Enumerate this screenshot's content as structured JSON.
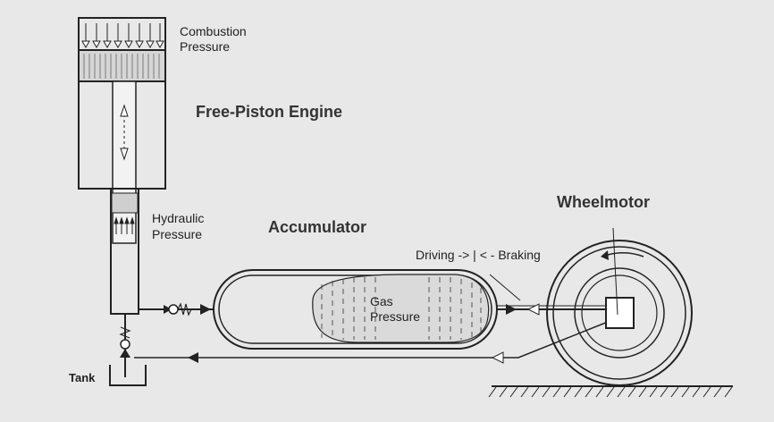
{
  "labels": {
    "combustion_line1": "Combustion",
    "combustion_line2": "Pressure",
    "engine": "Free-Piston Engine",
    "hydraulic_line1": "Hydraulic",
    "hydraulic_line2": "Pressure",
    "accumulator": "Accumulator",
    "driving_braking": "Driving -> | < - Braking",
    "gas_line1": "Gas",
    "gas_line2": "Pressure",
    "wheelmotor": "Wheelmotor",
    "tank": "Tank"
  }
}
